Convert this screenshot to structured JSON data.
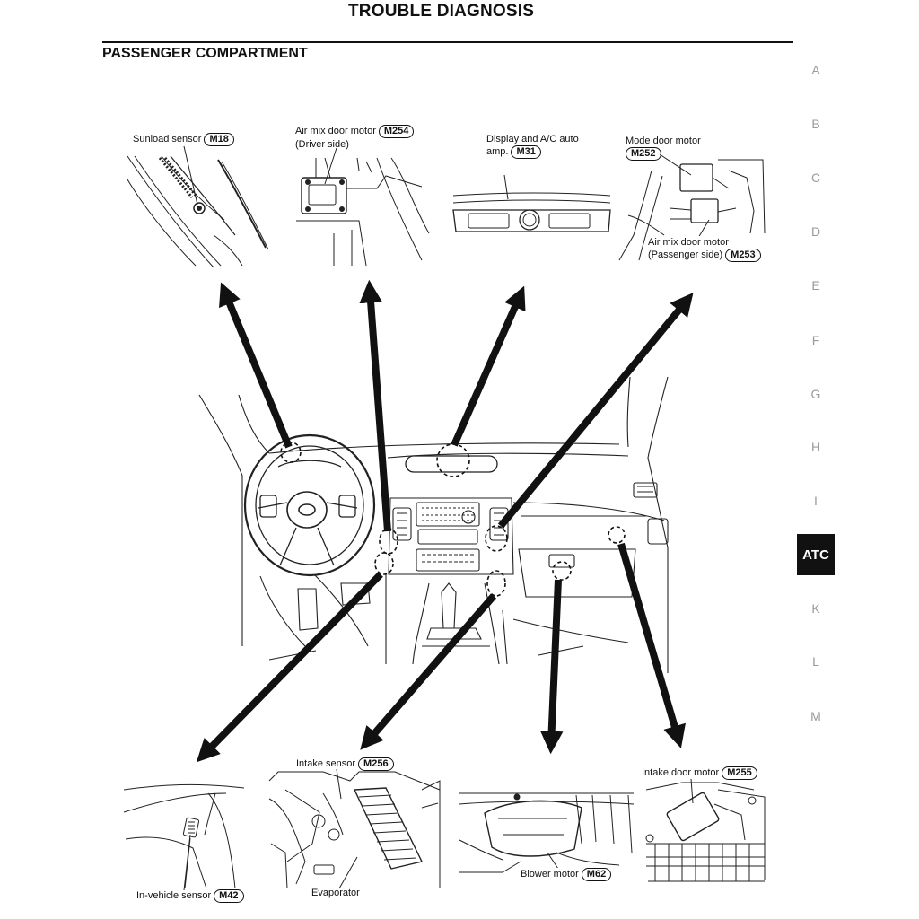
{
  "header": {
    "title": "TROUBLE DIAGNOSIS",
    "section": "PASSENGER COMPARTMENT"
  },
  "side_index": {
    "letters": [
      "A",
      "B",
      "C",
      "D",
      "E",
      "F",
      "G",
      "H",
      "I",
      "ATC",
      "K",
      "L",
      "M"
    ],
    "active": "ATC"
  },
  "callouts": {
    "sunload": {
      "label": "Sunload sensor",
      "code": "M18"
    },
    "air_mix_driver": {
      "label": "Air mix door motor",
      "sub": "(Driver side)",
      "code": "M254"
    },
    "display": {
      "label": "Display and A/C auto",
      "sub": "amp.",
      "code": "M31"
    },
    "mode_door": {
      "label": "Mode door motor",
      "code": "M252"
    },
    "air_mix_passenger": {
      "label": "Air mix door motor",
      "sub": "(Passenger side)",
      "code": "M253"
    },
    "in_vehicle": {
      "label": "In-vehicle sensor",
      "code": "M42"
    },
    "intake_sensor": {
      "label": "Intake sensor",
      "code": "M256"
    },
    "evaporator": {
      "label": "Evaporator"
    },
    "blower": {
      "label": "Blower motor",
      "code": "M62"
    },
    "intake_door": {
      "label": "Intake door motor",
      "code": "M255"
    }
  }
}
